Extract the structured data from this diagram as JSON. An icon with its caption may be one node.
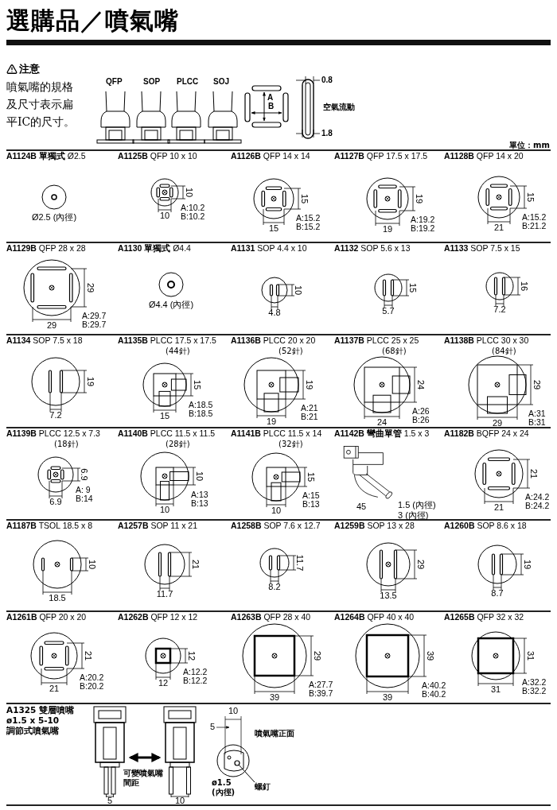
{
  "diagram": {
    "title": "選購品／噴氣嘴",
    "nodes": [
      {
        "text": [
          "**A1124B 單獨式** Ø2.5"
        ],
        "beside": [
          "Ø2.5 (內徑)"
        ]
      },
      {
        "text": [
          "**A1125B** QFP 10 x 10"
        ],
        "beside": [
          "10",
          "A:10.2",
          "B:10.2",
          "10"
        ]
      },
      {
        "text": [
          "**A1126B** QFP 14 x 14"
        ],
        "beside": [
          "15",
          "A:15.2",
          "B:15.2",
          "15"
        ]
      },
      {
        "text": [
          "**A1127B** QFP 17.5 x 17.5"
        ],
        "beside": [
          "19",
          "A:19.2",
          "B:19.2",
          "19"
        ]
      },
      {
        "text": [
          "**A1128B** QFP 14 x 20"
        ],
        "beside": [
          "15",
          "A:15.2",
          "B:21.2",
          "21"
        ]
      },
      {
        "text": [
          "**A1129B** QFP 28 x 28"
        ],
        "beside": [
          "29",
          "A:29.7",
          "B:29.7",
          "29"
        ]
      },
      {
        "text": [
          "**A1130 單獨式** Ø4.4"
        ],
        "beside": [
          "Ø4.4 (內徑)"
        ]
      },
      {
        "text": [
          "**A1131** SOP 4.4 x 10"
        ],
        "beside": [
          "10",
          "4.8"
        ]
      },
      {
        "text": [
          "**A1132** SOP 5.6 x 13"
        ],
        "beside": [
          "15",
          "5.7"
        ]
      },
      {
        "text": [
          "**A1133** SOP 7.5 x 15"
        ],
        "beside": [
          "16",
          "7.2"
        ]
      },
      {
        "text": [
          "**A1134** SOP 7.5 x 18"
        ],
        "beside": [
          "19",
          "7.2"
        ]
      },
      {
        "text": [
          "**A1135B** PLCC 17.5 x 17.5",
          "(44針)"
        ],
        "beside": [
          "15",
          "A:18.5",
          "B:18.5",
          "15"
        ]
      },
      {
        "text": [
          "**A1136B** PLCC 20 x 20",
          "(52針)"
        ],
        "beside": [
          "19",
          "A:21",
          "B:21",
          "19"
        ]
      },
      {
        "text": [
          "**A1137B** PLCC 25 x 25",
          "(68針)"
        ],
        "beside": [
          "24",
          "A:26",
          "B:26",
          "24"
        ]
      },
      {
        "text": [
          "**A1138B** PLCC 30 x 30",
          "(84針)"
        ],
        "beside": [
          "29",
          "A:31",
          "B:31",
          "29"
        ]
      },
      {
        "text": [
          "**A1139B** PLCC 12.5 x 7.3",
          "(18針)"
        ],
        "beside": [
          "6.9",
          "A: 9",
          "B:14",
          "6.9"
        ]
      },
      {
        "text": [
          "**A1140B** PLCC 11.5 x 11.5",
          "(28針)"
        ],
        "beside": [
          "10",
          "A:13",
          "B:13",
          "10"
        ]
      },
      {
        "text": [
          "**A1141B** PLCC 11.5 x 14",
          "(32針)"
        ],
        "beside": [
          "15",
          "A:15",
          "B:13",
          "10"
        ]
      },
      {
        "text": [
          "**A1142B 彎曲單管** 1.5 x 3"
        ],
        "beside": [
          "1.5 (內徑)",
          "45",
          "3 (內徑)"
        ]
      },
      {
        "text": [
          "**A1182B** BQFP 24 x 24"
        ],
        "beside": [
          "21",
          "A:24.2",
          "B:24.2",
          "21"
        ]
      },
      {
        "text": [
          "**A1187B** TSOL 18.5 x 8"
        ],
        "beside": [
          "10",
          "18.5"
        ]
      },
      {
        "text": [
          "**A1257B** SOP 11 x 21"
        ],
        "beside": [
          "21",
          "11.7"
        ]
      },
      {
        "text": [
          "**A1258B** SOP 7.6 x 12.7"
        ],
        "beside": [
          "11.7",
          "8.2"
        ]
      },
      {
        "text": [
          "**A1259B** SOP 13 x 28"
        ],
        "beside": [
          "29",
          "13.5"
        ]
      },
      {
        "text": [
          "**A1260B** SOP 8.6 x 18"
        ],
        "beside": [
          "19",
          "8.7"
        ]
      },
      {
        "text": [
          "**A1261B** QFP 20 x 20"
        ],
        "beside": [
          "21",
          "A:20.2",
          "B:20.2",
          "21"
        ]
      },
      {
        "text": [
          "**A1262B** QFP 12 x 12"
        ],
        "beside": [
          "12",
          "A:12.2",
          "B:12.2",
          "12"
        ]
      },
      {
        "text": [
          "**A1263B** QFP 28 x 40"
        ],
        "beside": [
          "29",
          "A:27.7",
          "B:39.7",
          "39"
        ]
      },
      {
        "text": [
          "**A1264B** QFP 40 x 40"
        ],
        "beside": [
          "39",
          "A:40.2",
          "B:40.2",
          "39"
        ]
      },
      {
        "text": [
          "**A1265B** QFP 32 x 32"
        ],
        "beside": [
          "31",
          "A:32.2",
          "B:32.2",
          "31"
        ]
      },
      {
        "text": [
          "A1325 雙層噴嘴",
          "ø1.5 x 5-10",
          "調節式噴氣嘴"
        ]
      },
      {
        "text": [
          "螺釘"
        ]
      },
      {
        "text": [],
        "shape": "circle"
      }
    ],
    "edges": [
      {
        "from": 31,
        "to": 32,
        "arrow": "none"
      }
    ],
    "labels": [
      "注意",
      "噴氣嘴的規格及尺寸表示扁平IC的尺寸。",
      "QFP",
      "SOP",
      "PLCC",
      "SOJ",
      "A",
      "B",
      "0.8",
      "空氣流動",
      "1.8",
      "單位：mm",
      "可變噴氣嘴間距",
      "5",
      "10",
      "10",
      "5",
      "噴氣嘴正面",
      "ø1.5 (內徑)"
    ]
  }
}
